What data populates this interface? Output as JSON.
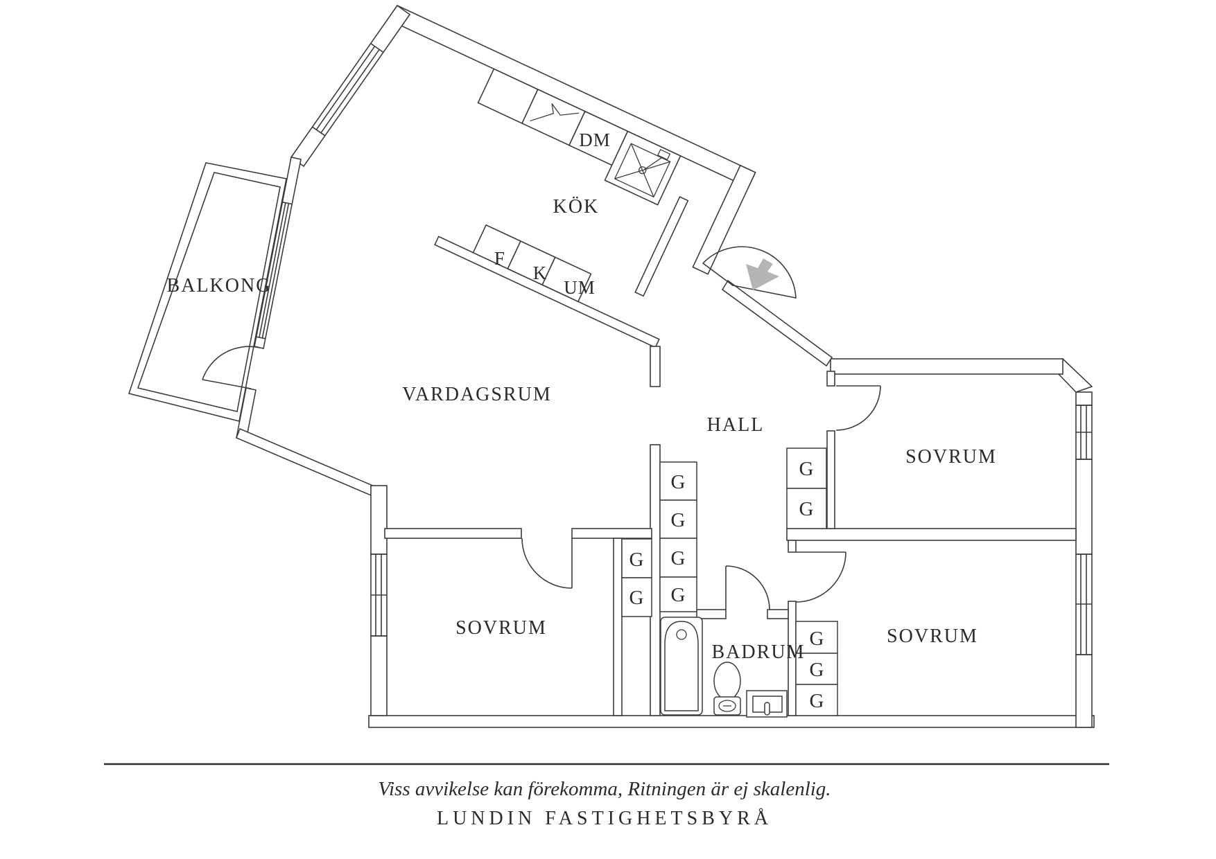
{
  "floorplan": {
    "rooms": [
      {
        "name": "balcony",
        "label": "BALKONG"
      },
      {
        "name": "kitchen",
        "label": "KÖK"
      },
      {
        "name": "living-room",
        "label": "VARDAGSRUM"
      },
      {
        "name": "hall",
        "label": "HALL"
      },
      {
        "name": "bedroom-top-right",
        "label": "SOVRUM"
      },
      {
        "name": "bedroom-left",
        "label": "SOVRUM"
      },
      {
        "name": "bedroom-bottom-right",
        "label": "SOVRUM"
      },
      {
        "name": "bathroom",
        "label": "BADRUM"
      }
    ],
    "appliances": [
      {
        "name": "dishwasher",
        "label": "DM"
      },
      {
        "name": "freezer",
        "label": "F"
      },
      {
        "name": "fridge",
        "label": "K"
      },
      {
        "name": "microwave-unit",
        "label": "UM"
      }
    ],
    "wardrobe_label": "G"
  },
  "footer": {
    "disclaimer": "Viss avvikelse kan förekomma, Ritningen är ej skalenlig.",
    "brand": "LUNDIN FASTIGHETSBYRÅ"
  },
  "colors": {
    "wall": "#3c3c3c",
    "text": "#2b2b2b",
    "entry_arrow": "#b5b5b5"
  }
}
